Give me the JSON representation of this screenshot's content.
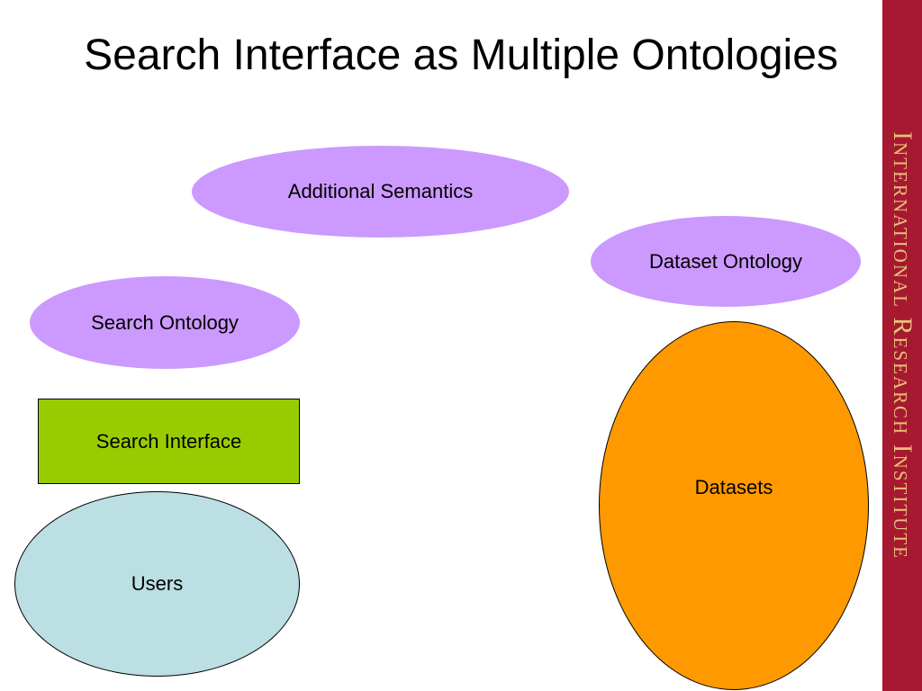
{
  "slide": {
    "title": "Search Interface as Multiple Ontologies",
    "sidebar_text": "International Research Institute"
  },
  "diagram": {
    "nodes": {
      "additional_semantics": "Additional Semantics",
      "dataset_ontology": "Dataset Ontology",
      "search_ontology": "Search Ontology",
      "search_interface": "Search Interface",
      "users": "Users",
      "datasets": "Datasets"
    }
  },
  "colors": {
    "lavender": "#cc99ff",
    "green": "#99cc00",
    "light_blue": "#bbdfe3",
    "orange": "#ff9900",
    "sidebar": "#a71930",
    "sidebar_text": "#e8c07a"
  }
}
